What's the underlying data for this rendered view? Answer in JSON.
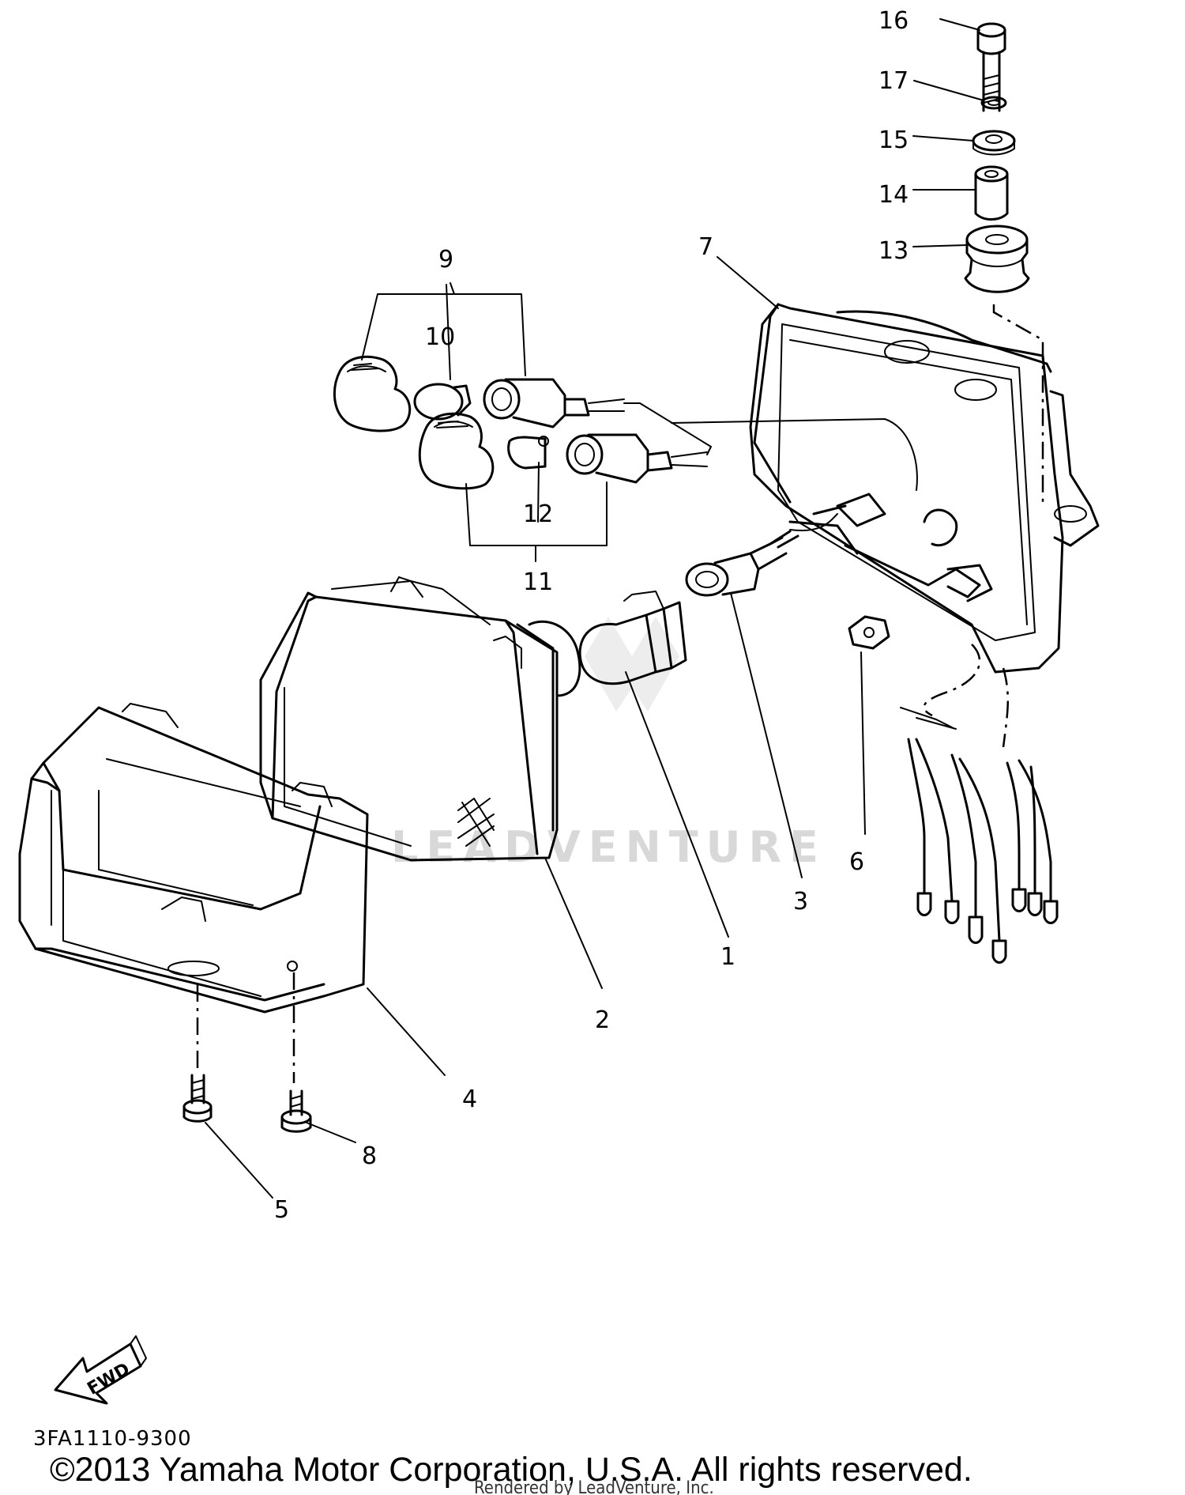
{
  "diagram": {
    "part_labels": [
      "1",
      "2",
      "3",
      "4",
      "5",
      "6",
      "7",
      "8",
      "9",
      "10",
      "11",
      "12",
      "13",
      "14",
      "15",
      "16",
      "17"
    ],
    "fwd_label": "FWD",
    "drawing_code": "3FA1110-9300",
    "watermark": "LEADVENTURE",
    "copyright": "©2013 Yamaha Motor Corporation, U.S.A. All rights reserved.",
    "rendered_by": "Rendered by LeadVenture, Inc."
  }
}
